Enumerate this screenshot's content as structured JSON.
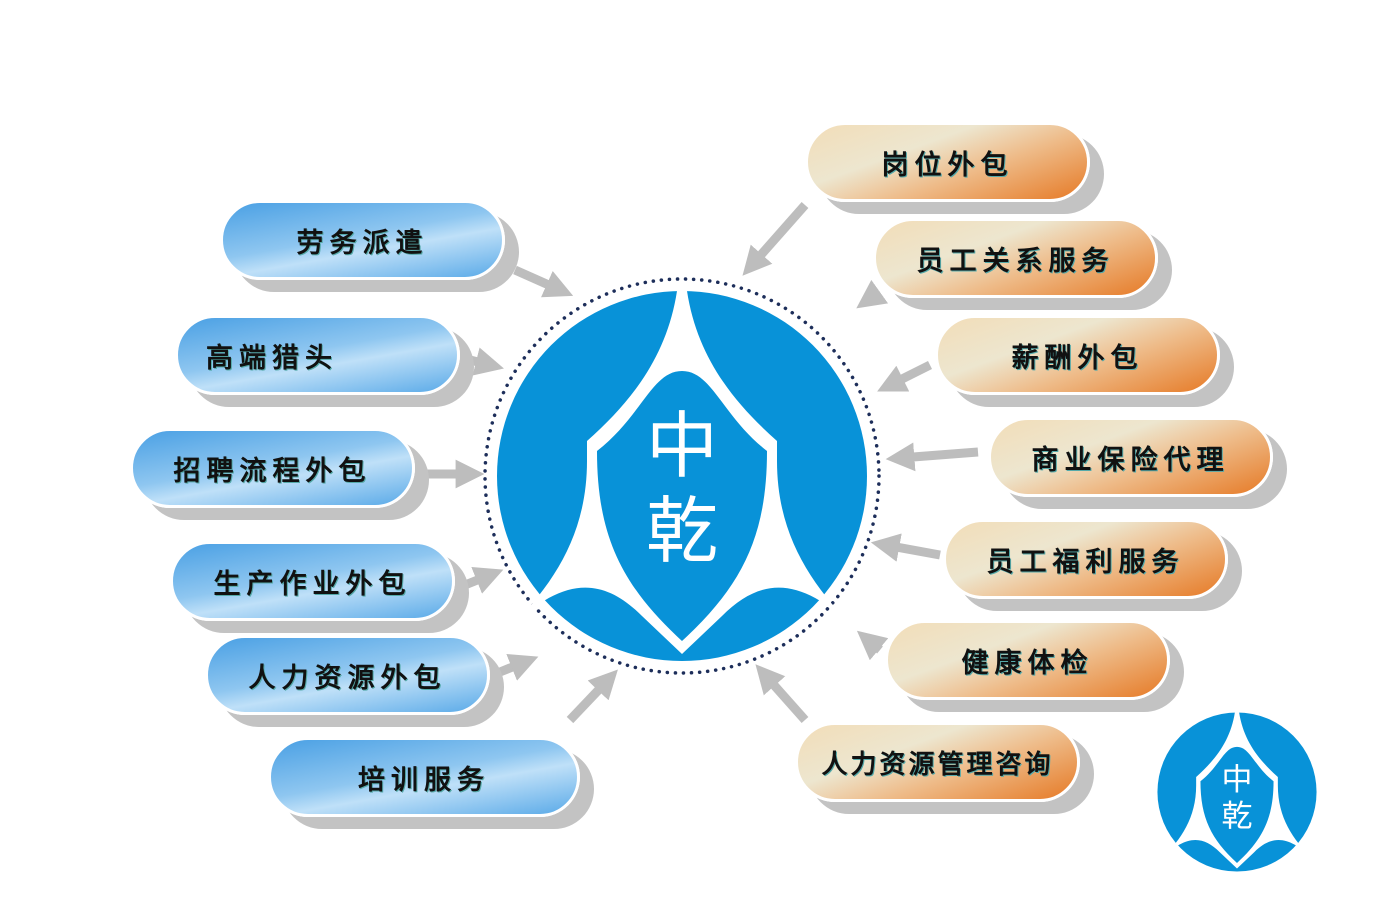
{
  "logo": {
    "line1": "中",
    "line2": "乾"
  },
  "left_items": [
    "劳务派遣",
    "高端猎头",
    "招聘流程外包",
    "生产作业外包",
    "人力资源外包",
    "培训服务"
  ],
  "right_items": [
    "岗位外包",
    "员工关系服务",
    "薪酬外包",
    "商业保险代理",
    "员工福利服务",
    "健康体检",
    "人力资源管理咨询"
  ],
  "colors": {
    "logo_blue": "#0892d8",
    "arrow_gray": "#bdbdbd",
    "dots": "#1d2e5a"
  }
}
